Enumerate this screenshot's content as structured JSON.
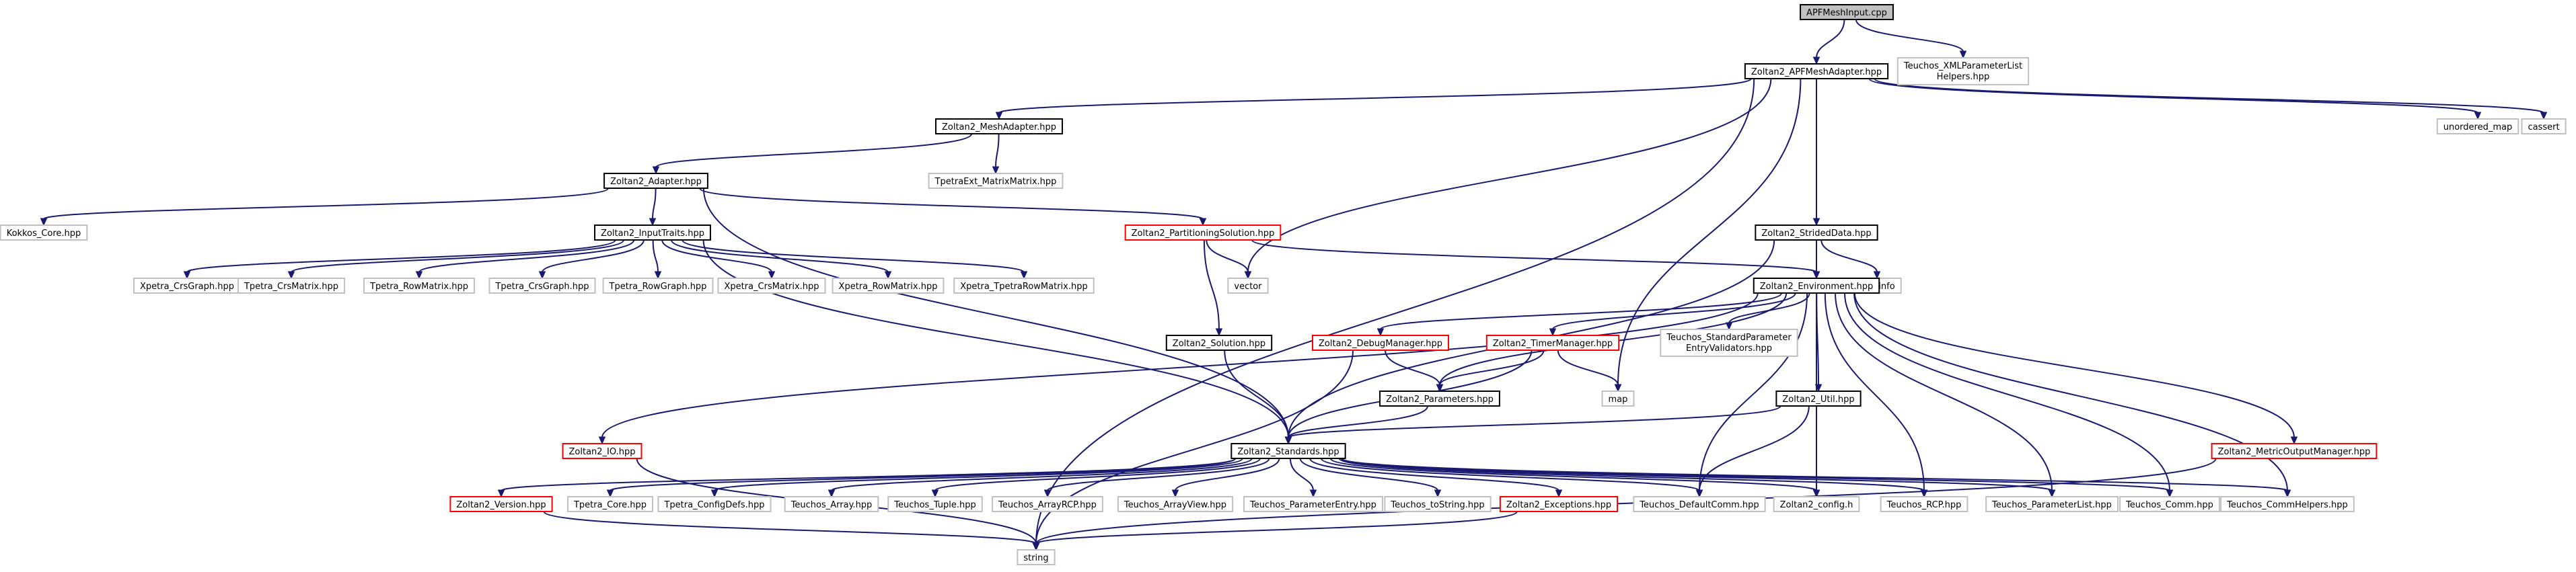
{
  "diagram": {
    "type": "include-dependency-graph",
    "colors": {
      "edge": "#191970",
      "root_fill": "#c0c0c0",
      "root_border": "#000000",
      "documented_border": "#000000",
      "undocumented_border": "#ff0000",
      "external_border": "#c0c0c0",
      "node_fill": "#ffffff"
    },
    "nodes": [
      {
        "id": "root",
        "label": "APFMeshInput.cpp",
        "kind": "root"
      },
      {
        "id": "xmlhelpers",
        "label": "Teuchos_XMLParameterList\nHelpers.hpp",
        "kind": "external"
      },
      {
        "id": "apfadapter",
        "label": "Zoltan2_APFMeshAdapter.hpp",
        "kind": "documented"
      },
      {
        "id": "meshadapter",
        "label": "Zoltan2_MeshAdapter.hpp",
        "kind": "documented"
      },
      {
        "id": "tpetraext",
        "label": "TpetraExt_MatrixMatrix.hpp",
        "kind": "external"
      },
      {
        "id": "unordered_map",
        "label": "unordered_map",
        "kind": "external"
      },
      {
        "id": "cassert",
        "label": "cassert",
        "kind": "external"
      },
      {
        "id": "adapter",
        "label": "Zoltan2_Adapter.hpp",
        "kind": "documented"
      },
      {
        "id": "kokkos",
        "label": "Kokkos_Core.hpp",
        "kind": "external"
      },
      {
        "id": "inputtraits",
        "label": "Zoltan2_InputTraits.hpp",
        "kind": "documented"
      },
      {
        "id": "partsol",
        "label": "Zoltan2_PartitioningSolution.hpp",
        "kind": "undocumented"
      },
      {
        "id": "strided",
        "label": "Zoltan2_StridedData.hpp",
        "kind": "documented"
      },
      {
        "id": "xpetra_crsgraph",
        "label": "Xpetra_CrsGraph.hpp",
        "kind": "external"
      },
      {
        "id": "tpetra_crsmatrix",
        "label": "Tpetra_CrsMatrix.hpp",
        "kind": "external"
      },
      {
        "id": "tpetra_rowmatrix",
        "label": "Tpetra_RowMatrix.hpp",
        "kind": "external"
      },
      {
        "id": "tpetra_crsgraph",
        "label": "Tpetra_CrsGraph.hpp",
        "kind": "external"
      },
      {
        "id": "tpetra_rowgraph",
        "label": "Tpetra_RowGraph.hpp",
        "kind": "external"
      },
      {
        "id": "xpetra_crsmatrix",
        "label": "Xpetra_CrsMatrix.hpp",
        "kind": "external"
      },
      {
        "id": "xpetra_rowmatrix",
        "label": "Xpetra_RowMatrix.hpp",
        "kind": "external"
      },
      {
        "id": "xpetra_tpetrarowmatrix",
        "label": "Xpetra_TpetraRowMatrix.hpp",
        "kind": "external"
      },
      {
        "id": "vector",
        "label": "vector",
        "kind": "external"
      },
      {
        "id": "typeinfo",
        "label": "typeinfo",
        "kind": "external"
      },
      {
        "id": "environment",
        "label": "Zoltan2_Environment.hpp",
        "kind": "documented"
      },
      {
        "id": "solution",
        "label": "Zoltan2_Solution.hpp",
        "kind": "documented"
      },
      {
        "id": "debugmgr",
        "label": "Zoltan2_DebugManager.hpp",
        "kind": "undocumented"
      },
      {
        "id": "timermgr",
        "label": "Zoltan2_TimerManager.hpp",
        "kind": "undocumented"
      },
      {
        "id": "stdparamvalid",
        "label": "Teuchos_StandardParameter\nEntryValidators.hpp",
        "kind": "external"
      },
      {
        "id": "parameters",
        "label": "Zoltan2_Parameters.hpp",
        "kind": "documented"
      },
      {
        "id": "map",
        "label": "map",
        "kind": "external"
      },
      {
        "id": "util",
        "label": "Zoltan2_Util.hpp",
        "kind": "documented"
      },
      {
        "id": "io",
        "label": "Zoltan2_IO.hpp",
        "kind": "undocumented"
      },
      {
        "id": "standards",
        "label": "Zoltan2_Standards.hpp",
        "kind": "documented"
      },
      {
        "id": "metricmgr",
        "label": "Zoltan2_MetricOutputManager.hpp",
        "kind": "undocumented"
      },
      {
        "id": "version",
        "label": "Zoltan2_Version.hpp",
        "kind": "undocumented"
      },
      {
        "id": "tpetra_core",
        "label": "Tpetra_Core.hpp",
        "kind": "external"
      },
      {
        "id": "tpetra_configdefs",
        "label": "Tpetra_ConfigDefs.hpp",
        "kind": "external"
      },
      {
        "id": "teuchos_array",
        "label": "Teuchos_Array.hpp",
        "kind": "external"
      },
      {
        "id": "teuchos_tuple",
        "label": "Teuchos_Tuple.hpp",
        "kind": "external"
      },
      {
        "id": "teuchos_arrayrcp",
        "label": "Teuchos_ArrayRCP.hpp",
        "kind": "external"
      },
      {
        "id": "teuchos_arrayview",
        "label": "Teuchos_ArrayView.hpp",
        "kind": "external"
      },
      {
        "id": "teuchos_paramentry",
        "label": "Teuchos_ParameterEntry.hpp",
        "kind": "external"
      },
      {
        "id": "teuchos_tostring",
        "label": "Teuchos_toString.hpp",
        "kind": "external"
      },
      {
        "id": "exceptions",
        "label": "Zoltan2_Exceptions.hpp",
        "kind": "undocumented"
      },
      {
        "id": "teuchos_defaultcomm",
        "label": "Teuchos_DefaultComm.hpp",
        "kind": "external"
      },
      {
        "id": "config",
        "label": "Zoltan2_config.h",
        "kind": "external"
      },
      {
        "id": "teuchos_rcp",
        "label": "Teuchos_RCP.hpp",
        "kind": "external"
      },
      {
        "id": "teuchos_paramlist",
        "label": "Teuchos_ParameterList.hpp",
        "kind": "external"
      },
      {
        "id": "teuchos_comm",
        "label": "Teuchos_Comm.hpp",
        "kind": "external"
      },
      {
        "id": "teuchos_commhelpers",
        "label": "Teuchos_CommHelpers.hpp",
        "kind": "external"
      },
      {
        "id": "string",
        "label": "string",
        "kind": "external"
      }
    ],
    "edges": [
      [
        "root",
        "apfadapter"
      ],
      [
        "root",
        "xmlhelpers"
      ],
      [
        "apfadapter",
        "meshadapter"
      ],
      [
        "apfadapter",
        "vector"
      ],
      [
        "apfadapter",
        "map"
      ],
      [
        "apfadapter",
        "strided"
      ],
      [
        "apfadapter",
        "unordered_map"
      ],
      [
        "apfadapter",
        "cassert"
      ],
      [
        "apfadapter",
        "string"
      ],
      [
        "meshadapter",
        "adapter"
      ],
      [
        "meshadapter",
        "tpetraext"
      ],
      [
        "adapter",
        "kokkos"
      ],
      [
        "adapter",
        "inputtraits"
      ],
      [
        "adapter",
        "partsol"
      ],
      [
        "adapter",
        "standards"
      ],
      [
        "inputtraits",
        "xpetra_crsgraph"
      ],
      [
        "inputtraits",
        "tpetra_crsmatrix"
      ],
      [
        "inputtraits",
        "tpetra_rowmatrix"
      ],
      [
        "inputtraits",
        "tpetra_crsgraph"
      ],
      [
        "inputtraits",
        "tpetra_rowgraph"
      ],
      [
        "inputtraits",
        "xpetra_crsmatrix"
      ],
      [
        "inputtraits",
        "xpetra_rowmatrix"
      ],
      [
        "inputtraits",
        "xpetra_tpetrarowmatrix"
      ],
      [
        "inputtraits",
        "standards"
      ],
      [
        "partsol",
        "vector"
      ],
      [
        "partsol",
        "solution"
      ],
      [
        "partsol",
        "environment"
      ],
      [
        "strided",
        "standards"
      ],
      [
        "strided",
        "environment"
      ],
      [
        "strided",
        "typeinfo"
      ],
      [
        "solution",
        "standards"
      ],
      [
        "environment",
        "io"
      ],
      [
        "environment",
        "debugmgr"
      ],
      [
        "environment",
        "timermgr"
      ],
      [
        "environment",
        "parameters"
      ],
      [
        "environment",
        "stdparamvalid"
      ],
      [
        "environment",
        "util"
      ],
      [
        "environment",
        "metricmgr"
      ],
      [
        "environment",
        "teuchos_defaultcomm"
      ],
      [
        "environment",
        "config"
      ],
      [
        "environment",
        "teuchos_rcp"
      ],
      [
        "environment",
        "teuchos_paramlist"
      ],
      [
        "environment",
        "teuchos_comm"
      ],
      [
        "environment",
        "teuchos_commhelpers"
      ],
      [
        "debugmgr",
        "parameters"
      ],
      [
        "debugmgr",
        "string"
      ],
      [
        "timermgr",
        "parameters"
      ],
      [
        "timermgr",
        "map"
      ],
      [
        "timermgr",
        "standards"
      ],
      [
        "parameters",
        "standards"
      ],
      [
        "util",
        "standards"
      ],
      [
        "util",
        "teuchos_defaultcomm"
      ],
      [
        "io",
        "string"
      ],
      [
        "metricmgr",
        "string"
      ],
      [
        "standards",
        "version"
      ],
      [
        "standards",
        "tpetra_core"
      ],
      [
        "standards",
        "tpetra_configdefs"
      ],
      [
        "standards",
        "teuchos_array"
      ],
      [
        "standards",
        "teuchos_tuple"
      ],
      [
        "standards",
        "teuchos_arrayrcp"
      ],
      [
        "standards",
        "teuchos_arrayview"
      ],
      [
        "standards",
        "teuchos_paramentry"
      ],
      [
        "standards",
        "teuchos_tostring"
      ],
      [
        "standards",
        "exceptions"
      ],
      [
        "standards",
        "teuchos_defaultcomm"
      ],
      [
        "standards",
        "config"
      ],
      [
        "standards",
        "teuchos_rcp"
      ],
      [
        "standards",
        "teuchos_paramlist"
      ],
      [
        "standards",
        "teuchos_comm"
      ],
      [
        "standards",
        "teuchos_commhelpers"
      ],
      [
        "version",
        "string"
      ],
      [
        "exceptions",
        "string"
      ]
    ]
  }
}
